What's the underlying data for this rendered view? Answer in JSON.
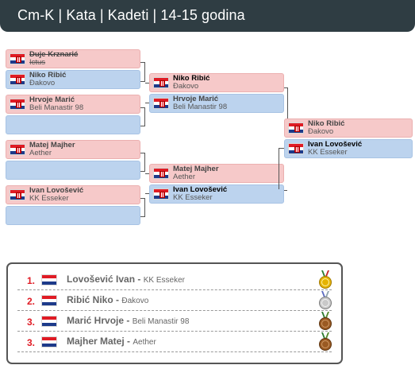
{
  "header": {
    "title": "Cm-K | Kata | Kadeti | 14-15 godina"
  },
  "colors": {
    "header_bg": "#2f3d43",
    "red_slot": "#f6c9c9",
    "blue_slot": "#bcd3ee",
    "rank": "#e01b24",
    "gold": "#e5b300",
    "silver": "#b8b8b8",
    "bronze": "#9a5a22"
  },
  "bracket": {
    "round1": [
      {
        "name": "Duje Krznarić",
        "club": "Ictus",
        "struck": true
      },
      {
        "name": "Niko Ribić",
        "club": "Đakovo"
      },
      {
        "name": "Hrvoje Marić",
        "club": "Beli Manastir 98"
      },
      {
        "name": "",
        "club": ""
      },
      {
        "name": "Matej Majher",
        "club": "Aether"
      },
      {
        "name": "",
        "club": ""
      },
      {
        "name": "Ivan Lovošević",
        "club": "KK Esseker"
      },
      {
        "name": "",
        "club": ""
      }
    ],
    "round2": [
      {
        "name": "Niko Ribić",
        "club": "Đakovo"
      },
      {
        "name": "Hrvoje Marić",
        "club": "Beli Manastir 98"
      },
      {
        "name": "Matej Majher",
        "club": "Aether"
      },
      {
        "name": "Ivan Lovošević",
        "club": "KK Esseker"
      }
    ],
    "final": [
      {
        "name": "Niko Ribić",
        "club": "Đakovo"
      },
      {
        "name": "Ivan Lovošević",
        "club": "KK Esseker"
      }
    ]
  },
  "results": [
    {
      "rank": "1.",
      "name": "Lovošević Ivan",
      "club": "KK Esseker",
      "medal": "gold-medal-icon"
    },
    {
      "rank": "2.",
      "name": "Ribić Niko",
      "club": "Đakovo",
      "medal": "silver-medal-icon"
    },
    {
      "rank": "3.",
      "name": "Marić Hrvoje",
      "club": "Beli Manastir 98",
      "medal": "bronze-medal-icon"
    },
    {
      "rank": "3.",
      "name": "Majher Matej",
      "club": "Aether",
      "medal": "bronze-medal-icon"
    }
  ]
}
